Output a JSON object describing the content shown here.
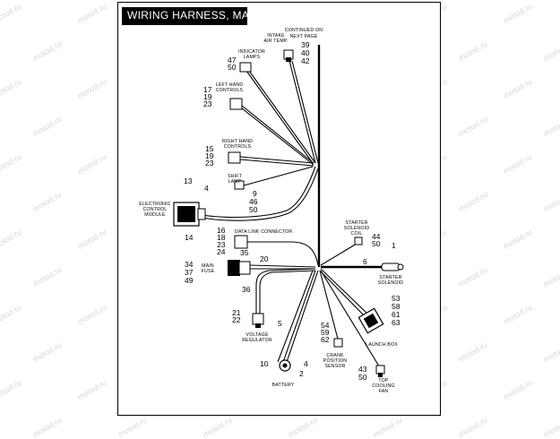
{
  "title": "WIRING HARNESS, MAIN",
  "watermark": "motod.ru",
  "labels": {
    "continued_1": "CONTINUED ON",
    "continued_2": "NEXT PAGE",
    "intake_1": "INTAKE",
    "intake_2": "AIR TEMP.",
    "indicator_1": "INDICATOR",
    "indicator_2": "LAMPS",
    "lh_1": "LEFT HAND",
    "lh_2": "CONTROLS",
    "rh_1": "RIGHT HAND",
    "rh_2": "CONTROLS",
    "shift_1": "SHIFT",
    "shift_2": "LAMP",
    "ecm_1": "ELECTRONIC",
    "ecm_2": "CONTROL",
    "ecm_3": "MODULE",
    "data_link": "DATA LINK CONNECTOR",
    "main_fuse_1": "MAIN",
    "main_fuse_2": "FUSE",
    "starter_coil_1": "STARTER",
    "starter_coil_2": "SOLENOID",
    "starter_coil_3": "COIL",
    "starter_sol_1": "STARTER",
    "starter_sol_2": "SOLENOID",
    "voltage_1": "VOLTAGE",
    "voltage_2": "REGULATOR",
    "crank_1": "CRANK",
    "crank_2": "POSITION",
    "crank_3": "SENSOR",
    "launch_box": "LAUNCH BOX",
    "battery": "BATTERY",
    "top_fan_1": "TOP",
    "top_fan_2": "COOLING",
    "top_fan_3": "FAN"
  },
  "numbers": {
    "n39": "39",
    "n40": "40",
    "n42": "42",
    "n47": "47",
    "n50a": "50",
    "n17": "17",
    "n19a": "19",
    "n23a": "23",
    "n15": "15",
    "n19b": "19",
    "n23b": "23",
    "n9": "9",
    "n46": "46",
    "n50b": "50",
    "n13": "13",
    "n4a": "4",
    "n14": "14",
    "n16": "16",
    "n18": "18",
    "n23c": "23",
    "n24": "24",
    "n35": "35",
    "n20": "20",
    "n34": "34",
    "n37": "37",
    "n49": "49",
    "n36": "36",
    "n21": "21",
    "n22": "22",
    "n5": "5",
    "n44": "44",
    "n50c": "50",
    "n1": "1",
    "n6": "6",
    "n53": "53",
    "n58": "58",
    "n61": "61",
    "n63": "63",
    "n54": "54",
    "n59": "59",
    "n62": "62",
    "n10": "10",
    "n4b": "4",
    "n2": "2",
    "n43": "43",
    "n50d": "50"
  }
}
